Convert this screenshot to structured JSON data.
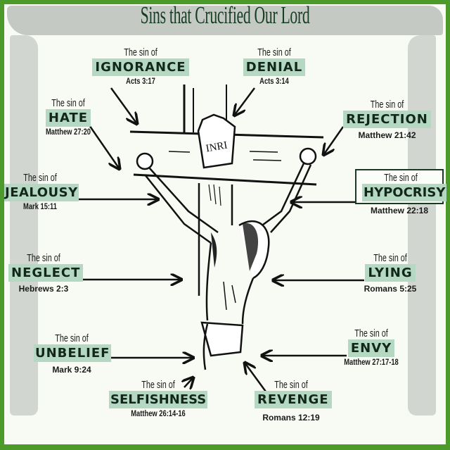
{
  "title": "Sins that Crucified Our Lord",
  "inscription": "INRI",
  "colors": {
    "border": "#4c9a2a",
    "label_highlight": "#b5d8c3",
    "title_text": "#163e22",
    "grunge": "#b4b8b4"
  },
  "sins": [
    {
      "id": "ignorance",
      "lead": "The sin of",
      "name": "IGNORANCE",
      "reference": "Acts 3:17"
    },
    {
      "id": "denial",
      "lead": "The sin of",
      "name": "DENIAL",
      "reference": "Acts 3:14"
    },
    {
      "id": "hate",
      "lead": "The sin of",
      "name": "HATE",
      "reference": "Matthew 27:20"
    },
    {
      "id": "rejection",
      "lead": "The sin of",
      "name": "REJECTION",
      "reference": "Matthew 21:42"
    },
    {
      "id": "jealousy",
      "lead": "The sin of",
      "name": "JEALOUSY",
      "reference": "Mark 15:11"
    },
    {
      "id": "hypocrisy",
      "lead": "The sin of",
      "name": "HYPOCRISY",
      "reference": "Matthew 22:18"
    },
    {
      "id": "neglect",
      "lead": "The sin of",
      "name": "NEGLECT",
      "reference": "Hebrews 2:3"
    },
    {
      "id": "lying",
      "lead": "The sin of",
      "name": "LYING",
      "reference": "Romans 5:25"
    },
    {
      "id": "unbelief",
      "lead": "The sin of",
      "name": "UNBELIEF",
      "reference": "Mark 9:24"
    },
    {
      "id": "envy",
      "lead": "The sin of",
      "name": "ENVY",
      "reference": "Matthew 27:17-18"
    },
    {
      "id": "selfishness",
      "lead": "The sin of",
      "name": "SELFISHNESS",
      "reference": "Matthew 26:14-16"
    },
    {
      "id": "revenge",
      "lead": "The sin of",
      "name": "REVENGE",
      "reference": "Romans 12:19"
    }
  ]
}
